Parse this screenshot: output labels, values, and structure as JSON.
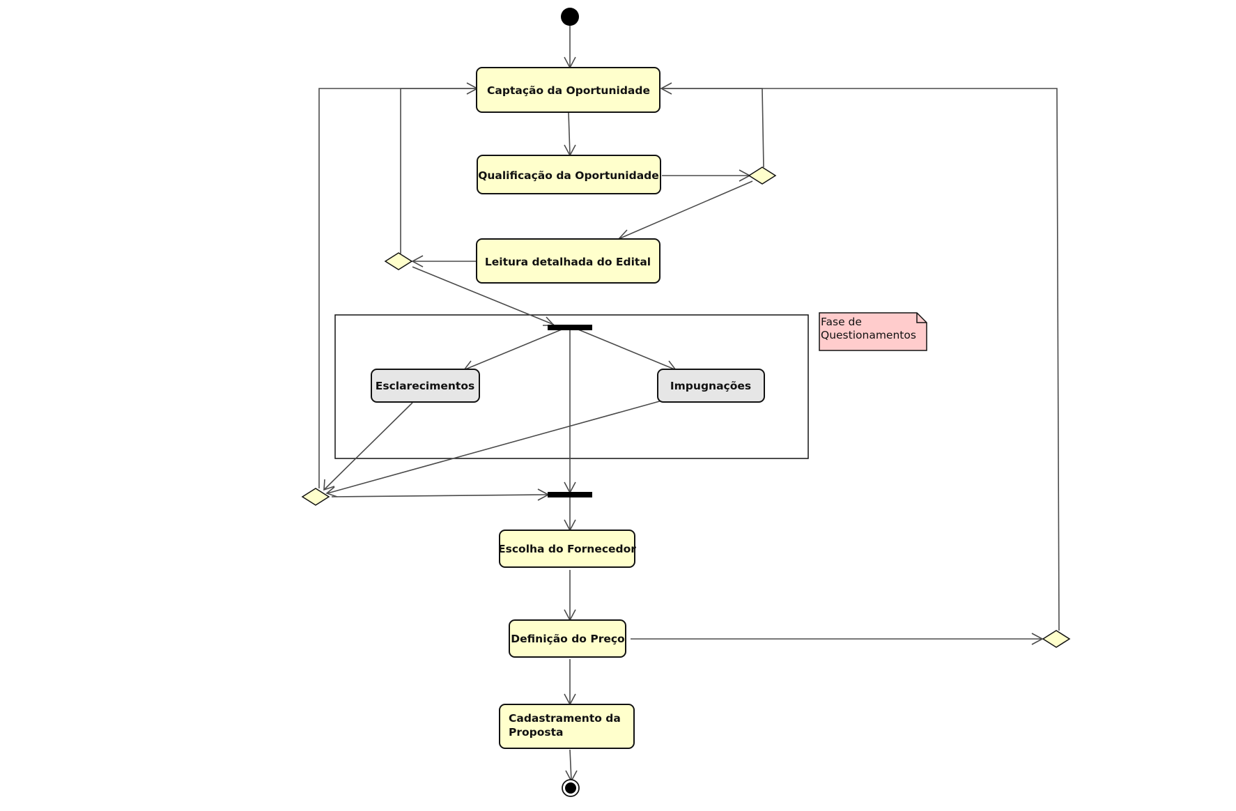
{
  "diagram": {
    "colors": {
      "action_fill": "#ffffcc",
      "sub_action_fill": "#e6e6e6",
      "note_fill": "#ffcccc",
      "decision_fill": "#ffffcc",
      "line": "#4a4a4a",
      "stroke": "#111111"
    },
    "actions": {
      "captacao": "Captação da Oportunidade",
      "qualificacao": "Qualificação da Oportunidade",
      "leitura": "Leitura detalhada do Edital",
      "esclarecimentos": "Esclarecimentos",
      "impugnacoes": "Impugnações",
      "escolha": "Escolha do Fornecedor",
      "definicao": "Definição do Preço",
      "cadastramento_line1": "Cadastramento da",
      "cadastramento_line2": "Proposta"
    },
    "note": {
      "line1": "Fase de",
      "line2": "Questionamentos"
    }
  }
}
